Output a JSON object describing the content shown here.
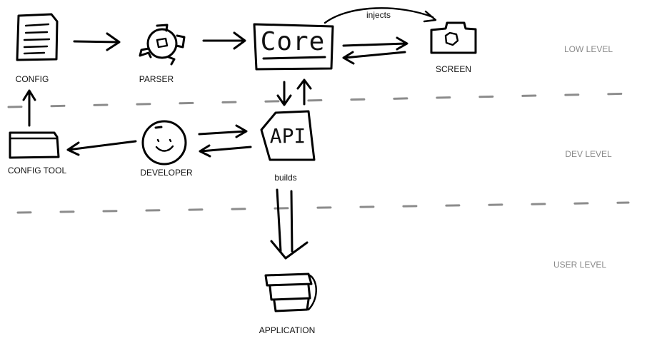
{
  "nodes": {
    "config": "CONFIG",
    "parser": "PARSER",
    "core": "Core",
    "screen": "SCREEN",
    "config_tool": "CONFIG TOOL",
    "developer": "DEVELOPER",
    "api": "API",
    "application": "APPLICATION"
  },
  "edges": {
    "core_to_screen": "injects",
    "api_to_application": "builds"
  },
  "levels": {
    "low": "LOW LEVEL",
    "dev": "DEV LEVEL",
    "user": "USER LEVEL"
  },
  "colors": {
    "ink": "#000000",
    "divider": "#8c8c8c",
    "level_text": "#8a8a8a"
  }
}
